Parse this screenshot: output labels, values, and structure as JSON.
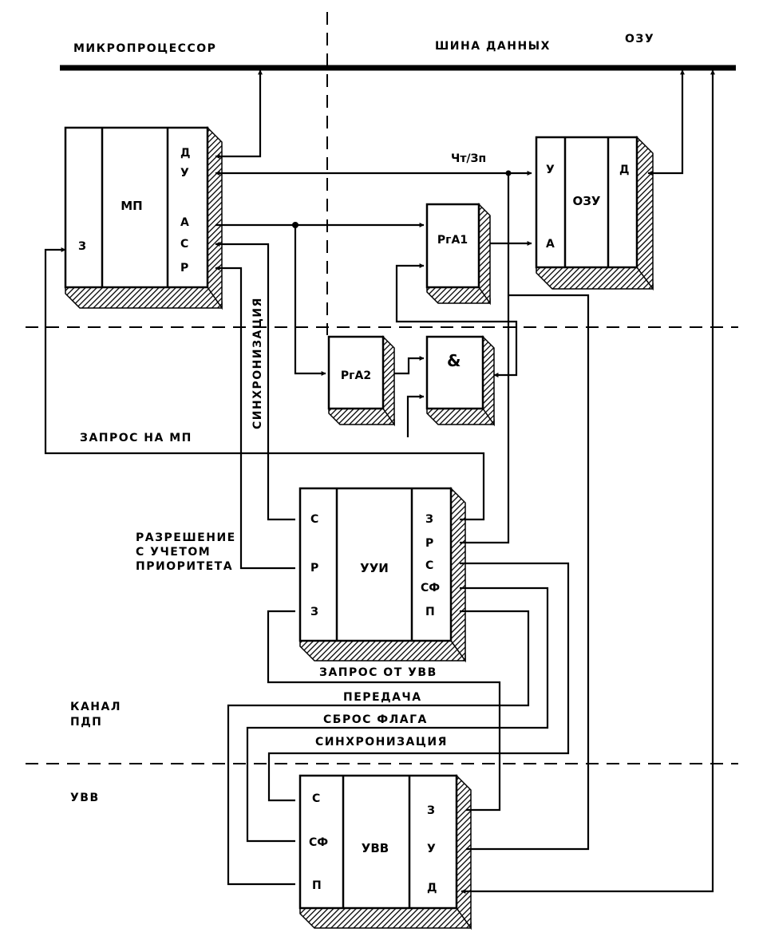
{
  "header": {
    "microprocessor": "МИКРОПРОЦЕССОР",
    "data_bus": "ШИНА ДАННЫХ",
    "ram": "ОЗУ"
  },
  "blocks": {
    "mp": {
      "name": "МП",
      "left_port": "З",
      "right_ports": [
        "Д",
        "У",
        "А",
        "С",
        "Р"
      ]
    },
    "ozu": {
      "name": "ОЗУ",
      "left_ports": [
        "У",
        "А"
      ],
      "right_port": "Д"
    },
    "rga1": {
      "name": "РгА1"
    },
    "rga2": {
      "name": "РгА2"
    },
    "and_gate": {
      "name": "&"
    },
    "uui": {
      "name": "УУИ",
      "left_ports": [
        "С",
        "Р",
        "З"
      ],
      "right_ports": [
        "З",
        "Р",
        "С",
        "СФ",
        "П"
      ]
    },
    "uvv": {
      "name": "УВВ",
      "left_ports": [
        "С",
        "СФ",
        "П"
      ],
      "right_ports": [
        "З",
        "У",
        "Д"
      ]
    }
  },
  "signals": {
    "read_write": "Чт/Зп",
    "sync_vertical": "СИНХРОНИЗАЦИЯ",
    "request_mp": "ЗАПРОС НА МП",
    "permission": [
      "РАЗРЕШЕНИЕ",
      "С УЧЕТОМ",
      "ПРИОРИТЕТА"
    ],
    "request_io": "ЗАПРОС ОТ УВВ",
    "transfer": "ПЕРЕДАЧА",
    "flag_reset": "СБРОС ФЛАГА",
    "sync_horizontal": "СИНХРОНИЗАЦИЯ"
  },
  "zones": {
    "dma_channel": [
      "КАНАЛ",
      "ПДП"
    ],
    "io_device": "УВВ"
  }
}
